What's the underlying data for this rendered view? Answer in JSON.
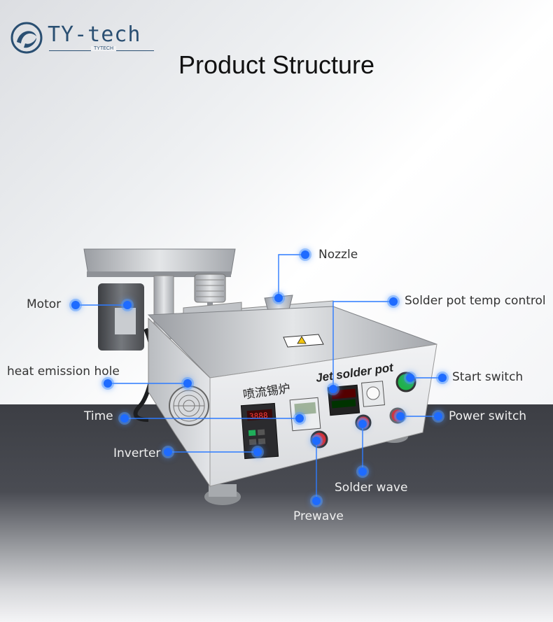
{
  "brand": {
    "logo_text": "TY-tech",
    "logo_sub": "TYTECH",
    "logo_color": "#2a4f72"
  },
  "page_title": "Product Structure",
  "machine": {
    "panel_text_cn": "喷流锡炉",
    "panel_text_en": "Jet solder pot",
    "inverter_readout": "3888"
  },
  "callouts": {
    "nozzle": "Nozzle",
    "motor": "Motor",
    "solder_pot_temp_control": "Solder pot temp control",
    "heat_emission_hole": "heat emission hole",
    "start_switch": "Start switch",
    "time": "Time",
    "power_switch": "Power switch",
    "inverter": "Inverter",
    "solder_wave": "Solder wave",
    "prewave": "Prewave"
  },
  "colors": {
    "accent_dot": "#1e6bff",
    "leader_line": "#2d7bff"
  }
}
